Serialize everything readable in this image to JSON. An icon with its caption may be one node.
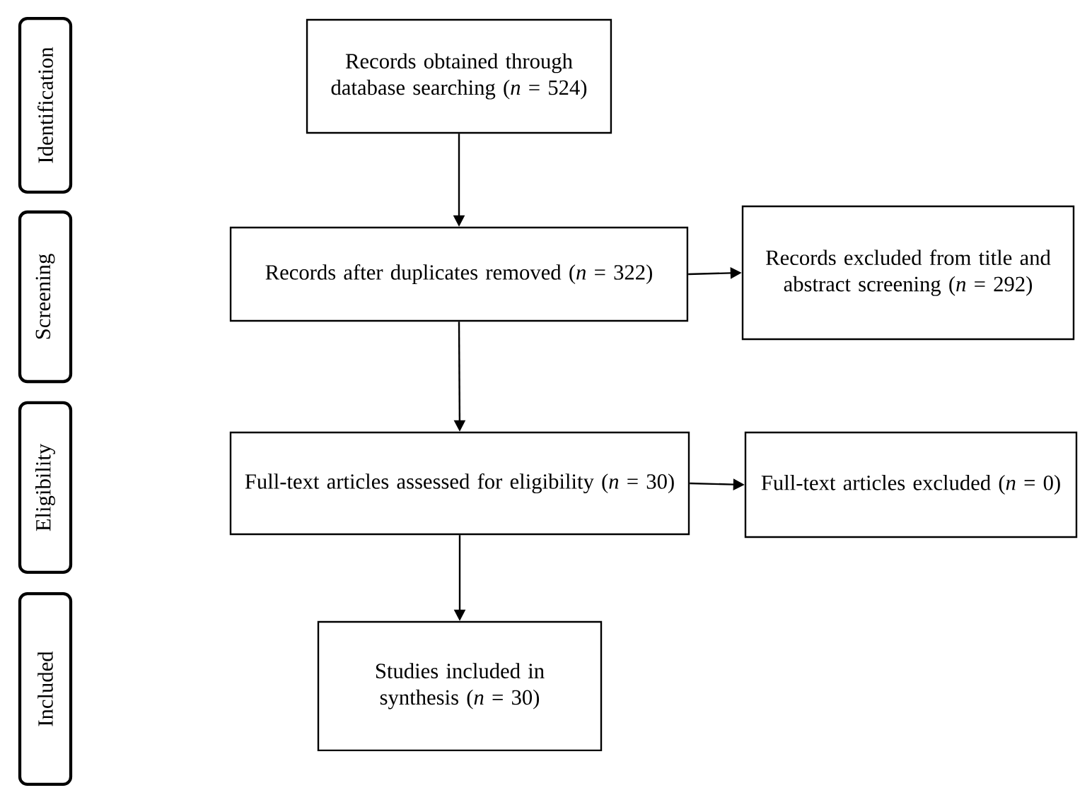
{
  "diagram": {
    "nodes": [
      {
        "text": [
          "Identification"
        ]
      },
      {
        "text": [
          "Screening"
        ]
      },
      {
        "text": [
          "Eligibility"
        ]
      },
      {
        "text": [
          "Included"
        ]
      },
      {
        "text": [
          "Records obtained through database searching (*n* = 524)"
        ]
      },
      {
        "text": [
          "Records after duplicates removed (*n* = 322)"
        ]
      },
      {
        "text": [
          "Records excluded from title and abstract screening (*n* = 292)"
        ]
      },
      {
        "text": [
          "Full-text articles assessed for eligibility (*n* = 30)"
        ]
      },
      {
        "text": [
          "Full-text articles excluded (*n* = 0)"
        ]
      },
      {
        "text": [
          "Studies included in synthesis (*n* = 30)"
        ]
      }
    ],
    "edges": [
      {
        "from": 4,
        "to": 5,
        "arrow": "to"
      },
      {
        "from": 5,
        "to": 6,
        "arrow": "to"
      },
      {
        "from": 5,
        "to": 7,
        "arrow": "to"
      },
      {
        "from": 7,
        "to": 8,
        "arrow": "to"
      },
      {
        "from": 7,
        "to": 9,
        "arrow": "to"
      }
    ]
  }
}
